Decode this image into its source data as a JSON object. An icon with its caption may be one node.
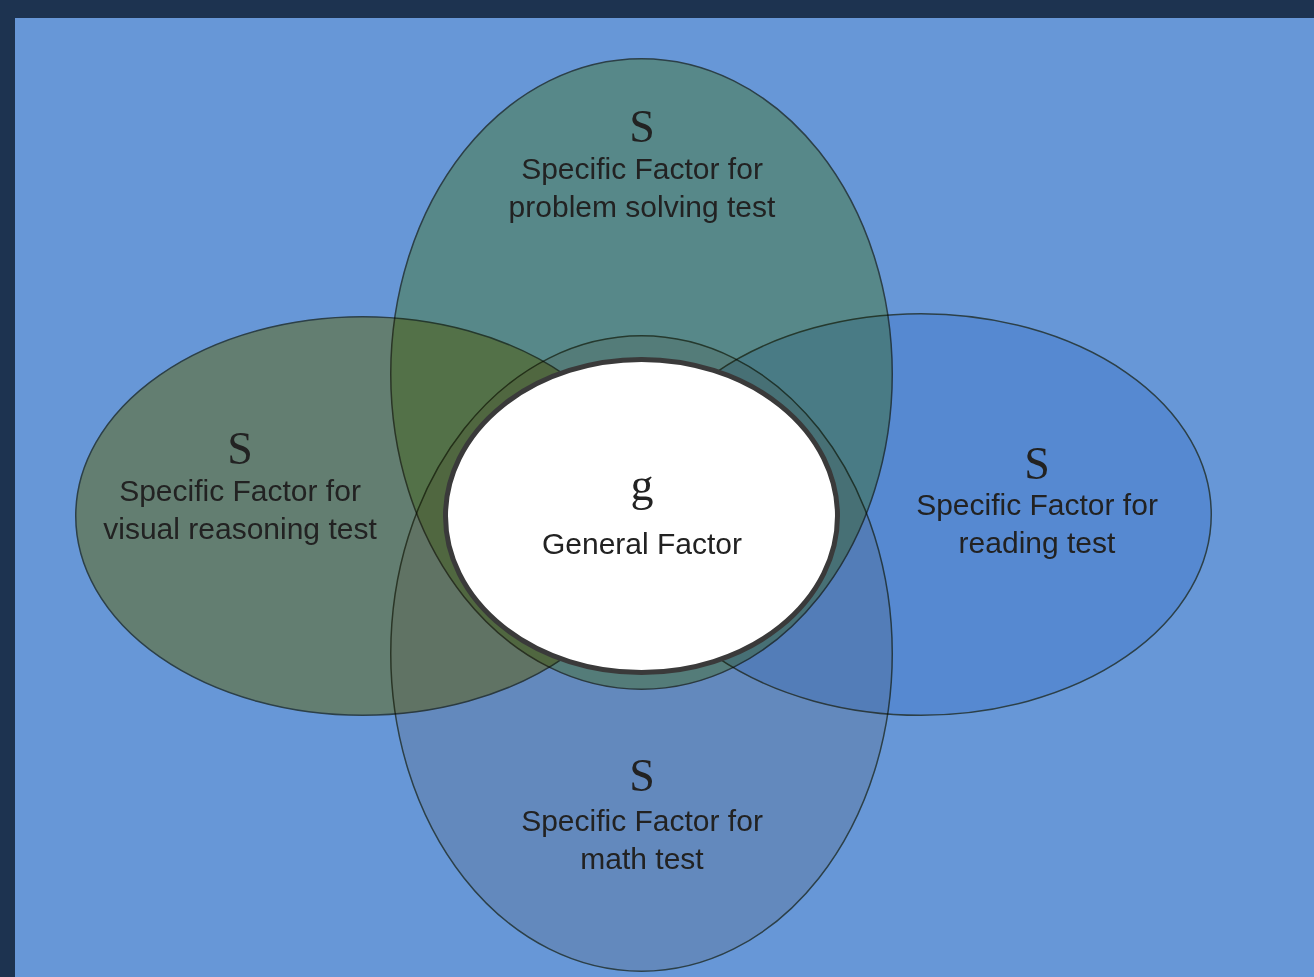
{
  "diagram": {
    "nodes": [
      {
        "text": [
          "S",
          "Specific Factor for problem solving test"
        ]
      },
      {
        "text": [
          "S",
          "Specific Factor for visual reasoning test"
        ]
      },
      {
        "text": [
          "g",
          "General Factor"
        ]
      },
      {
        "text": [
          "S",
          "Specific Factor for reading test"
        ]
      },
      {
        "text": [
          "S",
          "Specific Factor for math test"
        ]
      }
    ],
    "edges": []
  }
}
